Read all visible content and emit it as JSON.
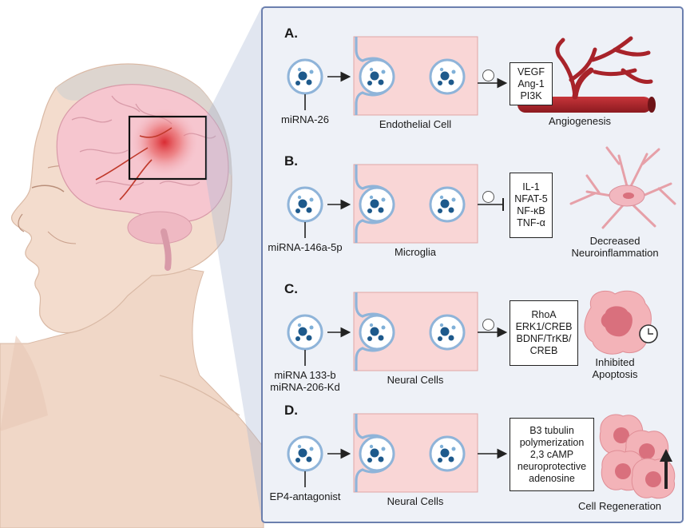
{
  "colors": {
    "frame_bg": "#eef1f7",
    "frame_border": "#6b7fae",
    "cell_fill": "#f9d6d6",
    "cell_border": "#e0a6a6",
    "membrane": "#8fb4d9",
    "vessel": "#a8232a"
  },
  "panels": [
    {
      "letter": "A.",
      "source": [
        "miRNA-26"
      ],
      "cell": "Endothelial Cell",
      "sign": "+",
      "effect": "arrow",
      "targets": [
        "VEGF",
        "Ang-1",
        "PI3K"
      ],
      "outcome": [
        "Angiogenesis"
      ],
      "outcome_icon": "blood-vessel-icon"
    },
    {
      "letter": "B.",
      "source": [
        "miRNA-146a-5p"
      ],
      "cell": "Microglia",
      "sign": "-",
      "effect": "inhibit",
      "targets": [
        "IL-1",
        "NFAT-5",
        "NF-κB",
        "TNF-α"
      ],
      "outcome": [
        "Decreased",
        "Neuroinflammation"
      ],
      "outcome_icon": "microglia-cell-icon"
    },
    {
      "letter": "C.",
      "source": [
        "miRNA 133-b",
        "miRNA-206-Kd"
      ],
      "cell": "Neural Cells",
      "sign": "+",
      "effect": "arrow",
      "targets": [
        "RhoA",
        "ERK1/CREB",
        "BDNF/TrKB/",
        "CREB"
      ],
      "outcome": [
        "Inhibited",
        "Apoptosis"
      ],
      "outcome_icon": "apoptotic-cell-clock-icon"
    },
    {
      "letter": "D.",
      "source": [
        "EP4-antagonist"
      ],
      "cell": "Neural Cells",
      "sign": "",
      "effect": "arrow",
      "targets": [
        "B3 tubulin",
        "polymerization",
        "2,3 cAMP",
        "neuroprotective",
        "adenosine"
      ],
      "outcome": [
        "Cell Regeneration"
      ],
      "outcome_icon": "regenerating-cells-icon"
    }
  ]
}
